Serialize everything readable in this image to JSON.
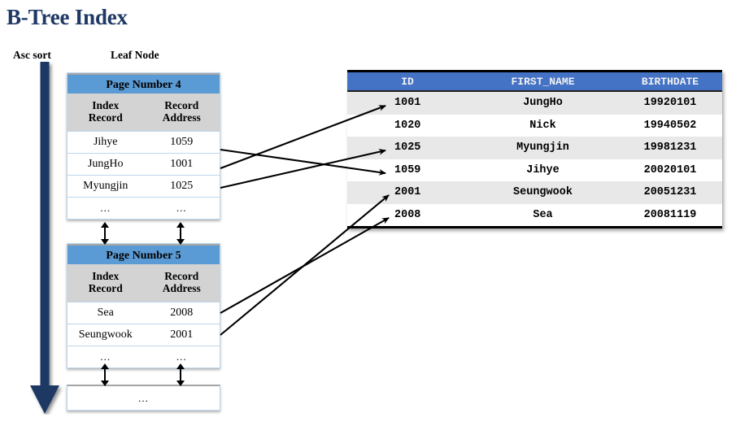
{
  "title": "B-Tree Index",
  "captions": {
    "asc_sort": "Asc sort",
    "leaf_node": "Leaf Node"
  },
  "colors": {
    "title": "#1F3864",
    "asc_arrow": "#1F3864",
    "page_header": "#5B9BD5",
    "page_subheader": "#D3D3D3",
    "page_border": "#BDD7EE",
    "table_header": "#4472C4",
    "table_row_alt": "#E8E8E8",
    "connector": "#000000"
  },
  "leaf_pages": [
    {
      "header": "Page Number 4",
      "columns": [
        {
          "line1": "Index",
          "line2": "Record"
        },
        {
          "line1": "Record",
          "line2": "Address"
        }
      ],
      "rows": [
        {
          "index_record": "Jihye",
          "record_address": "1059"
        },
        {
          "index_record": "JungHo",
          "record_address": "1001"
        },
        {
          "index_record": "Myungjin",
          "record_address": "1025"
        },
        {
          "index_record": "...",
          "record_address": "..."
        }
      ]
    },
    {
      "header": "Page Number 5",
      "columns": [
        {
          "line1": "Index",
          "line2": "Record"
        },
        {
          "line1": "Record",
          "line2": "Address"
        }
      ],
      "rows": [
        {
          "index_record": "Sea",
          "record_address": "2008"
        },
        {
          "index_record": "Seungwook",
          "record_address": "2001"
        },
        {
          "index_record": "...",
          "record_address": "..."
        }
      ]
    }
  ],
  "more_pages_box": "...",
  "data_table": {
    "headers": [
      "ID",
      "FIRST_NAME",
      "BIRTHDATE"
    ],
    "rows": [
      {
        "id": "1001",
        "first_name": "JungHo",
        "birthdate": "19920101"
      },
      {
        "id": "1020",
        "first_name": "Nick",
        "birthdate": "19940502"
      },
      {
        "id": "1025",
        "first_name": "Myungjin",
        "birthdate": "19981231"
      },
      {
        "id": "1059",
        "first_name": "Jihye",
        "birthdate": "20020101"
      },
      {
        "id": "2001",
        "first_name": "Seungwook",
        "birthdate": "20051231"
      },
      {
        "id": "2008",
        "first_name": "Sea",
        "birthdate": "20081119"
      }
    ]
  },
  "connections": [
    {
      "from": "Jihye/1059",
      "to": "1059"
    },
    {
      "from": "JungHo/1001",
      "to": "1001"
    },
    {
      "from": "Myungjin/1025",
      "to": "1025"
    },
    {
      "from": "Sea/2008",
      "to": "2008"
    },
    {
      "from": "Seungwook/2001",
      "to": "2001"
    }
  ]
}
